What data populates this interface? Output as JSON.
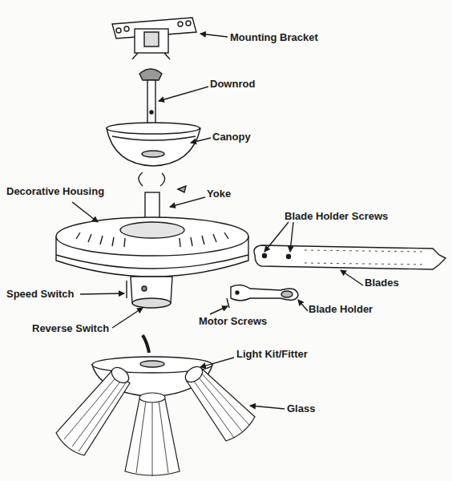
{
  "diagram": {
    "labels": [
      "Mounting Bracket",
      "Downrod",
      "Canopy",
      "Decorative Housing",
      "Yoke",
      "Blade Holder Screws",
      "Blades",
      "Speed Switch",
      "Reverse Switch",
      "Motor Screws",
      "Blade Holder",
      "Light Kit/Fitter",
      "Glass"
    ]
  }
}
